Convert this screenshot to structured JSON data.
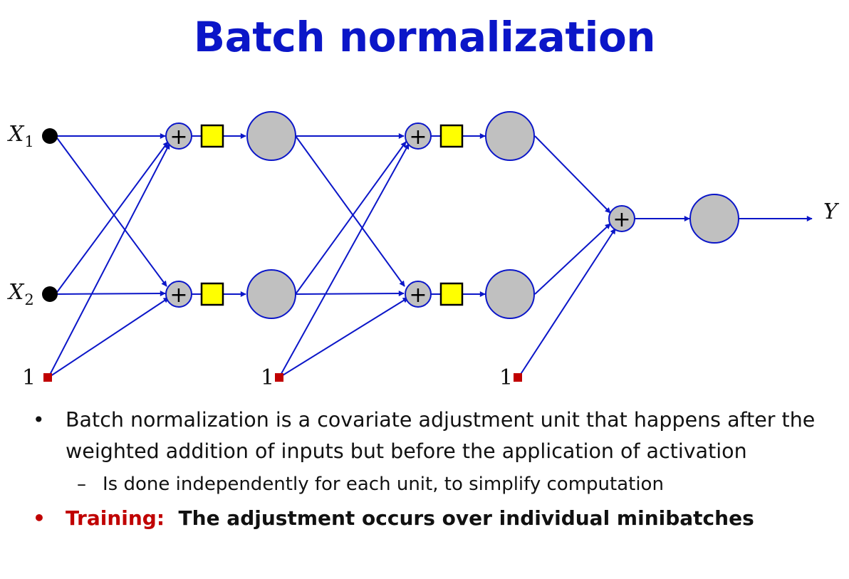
{
  "title": "Batch normalization",
  "diagram": {
    "input_labels": {
      "x1": "X",
      "x1_sub": "1",
      "x2": "X",
      "x2_sub": "2",
      "output": "Y"
    },
    "bias_labels": [
      "1",
      "1",
      "1"
    ],
    "plus_symbol": "+",
    "colors": {
      "edge": "#0B16C8",
      "neuron_fill": "#C0C0C0",
      "bn_box_fill": "#FFFF00",
      "bias_node": "#C00000",
      "input_node": "#000000"
    }
  },
  "bullets": {
    "b1": "Batch normalization is a covariate adjustment unit that happens after the weighted addition of inputs but before the application of activation",
    "b1_sub": "Is done independently for each unit, to simplify computation",
    "b2_label": "Training:",
    "b2_text": "The adjustment occurs over individual minibatches",
    "bullet_char": "•",
    "dash_char": "–"
  }
}
